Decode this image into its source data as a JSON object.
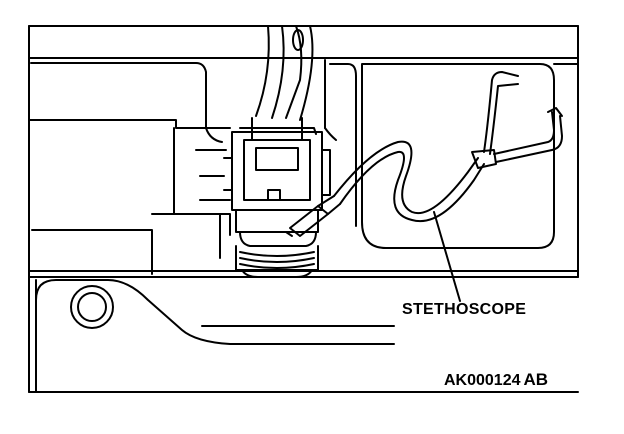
{
  "figure": {
    "callout_label": "STETHOSCOPE",
    "figure_code": "AK000124",
    "figure_suffix": "AB"
  }
}
